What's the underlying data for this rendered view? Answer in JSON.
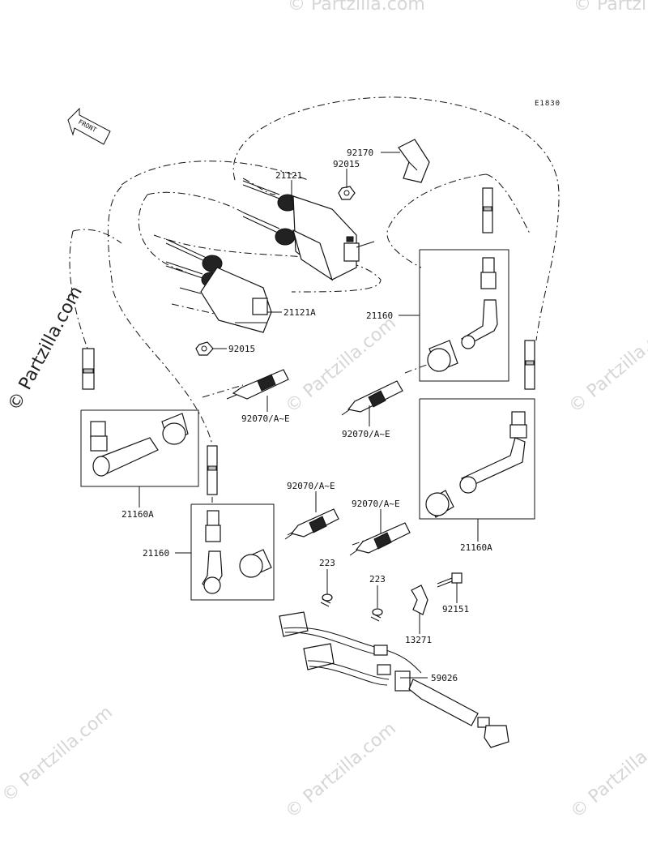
{
  "diagram": {
    "code": "E1830",
    "front_arrow_label": "FRONT",
    "watermark": "© Partzilla.com",
    "watermark_small": "© Partzilla.com",
    "labels": {
      "p92170": "92170",
      "p92015_top": "92015",
      "p21121": "21121",
      "p21121A": "21121A",
      "p92015_bottom": "92015",
      "p21160_right": "21160",
      "p92070_a": "92070/A~E",
      "p92070_b": "92070/A~E",
      "p21160A_left": "21160A",
      "p92070_c": "92070/A~E",
      "p92070_d": "92070/A~E",
      "p21160_left": "21160",
      "p21160A_right": "21160A",
      "p223_a": "223",
      "p223_b": "223",
      "p92151": "92151",
      "p13271": "13271",
      "p59026": "59026"
    }
  }
}
